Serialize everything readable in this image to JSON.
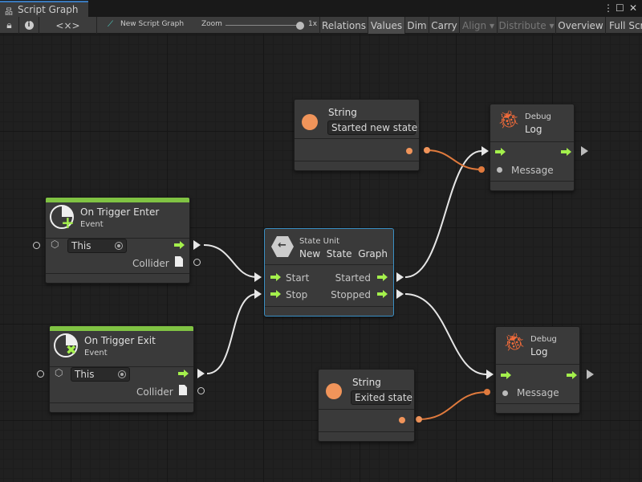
{
  "window": {
    "tab_title": "Script Graph",
    "tab_icon": "hierarchy-icon"
  },
  "toolbar": {
    "lock_icon": "lock-icon",
    "info_icon": "info-icon",
    "variables_label": "<×>",
    "graph_label": "New Script Graph",
    "zoom_label": "Zoom",
    "zoom_value": "1x",
    "zoom_level": 1.0,
    "buttons": [
      "Relations",
      "Values",
      "Dim",
      "Carry",
      "Align ▾",
      "Distribute ▾",
      "Overview",
      "Full Scr"
    ],
    "active_button": "Values",
    "disabled_buttons": [
      "Align",
      "Distribute"
    ]
  },
  "colors": {
    "flow": "#a4f04c",
    "string": "#f0945a",
    "event_bar": "#80c343",
    "selected": "#3a8fc4",
    "debug_icon": "#f26b3a"
  },
  "nodes": {
    "string1": {
      "title": "String",
      "value": "Started new state!"
    },
    "debug1": {
      "category": "Debug",
      "title": "Log",
      "port": "Message"
    },
    "enter": {
      "title": "On Trigger Enter",
      "subtitle": "Event",
      "target": "This",
      "output": "Collider"
    },
    "state": {
      "category": "State Unit",
      "title": "New  State  Graph",
      "in1": "Start",
      "in2": "Stop",
      "out1": "Started",
      "out2": "Stopped"
    },
    "exit": {
      "title": "On Trigger Exit",
      "subtitle": "Event",
      "target": "This",
      "output": "Collider"
    },
    "debug2": {
      "category": "Debug",
      "title": "Log",
      "port": "Message"
    },
    "string2": {
      "title": "String",
      "value": "Exited state"
    }
  }
}
